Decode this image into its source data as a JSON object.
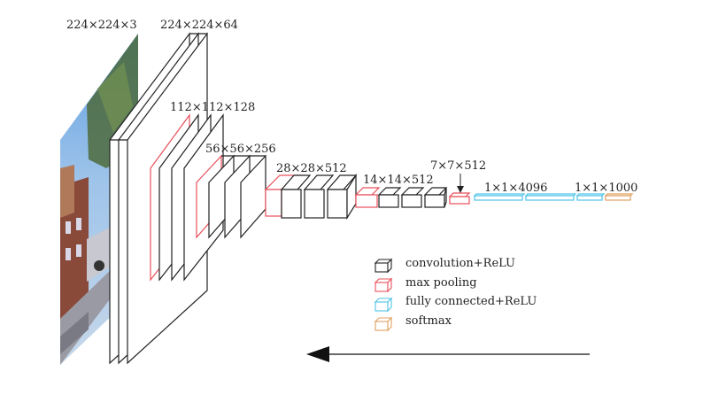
{
  "labels": {
    "input": "224×224×3",
    "conv1": "224×224×64",
    "conv2": "112×112×128",
    "conv3": "56×56×256",
    "conv4": "28×28×512",
    "conv5": "14×14×512",
    "pool5": "7×7×512",
    "fc": "1×1×4096",
    "softmax": "1×1×1000"
  },
  "legend": [
    {
      "label": "convolution+ReLU",
      "color": "#222222"
    },
    {
      "label": "max pooling",
      "color": "#e8505b"
    },
    {
      "label": "fully connected+ReLU",
      "color": "#4fc3e8"
    },
    {
      "label": "softmax",
      "color": "#e0a060"
    }
  ],
  "colors": {
    "conv": "#222222",
    "pool": "#e8505b",
    "fc": "#4fc3e8",
    "softmax": "#e0a060"
  }
}
